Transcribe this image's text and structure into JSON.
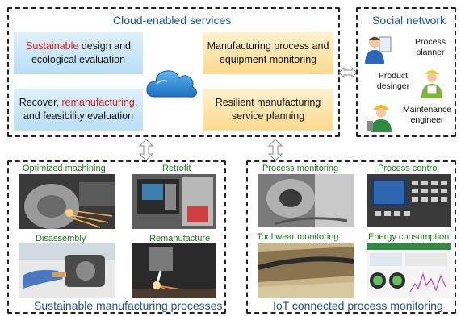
{
  "cloud": {
    "title": "Cloud-enabled services",
    "cards": {
      "sustainable_design": {
        "highlight": "Sustainable",
        "rest1": " design and",
        "line2": "ecological evaluation"
      },
      "recover": {
        "pre": "Recover, ",
        "highlight": "remanufacturing",
        "post": ",",
        "line2": "and feasibility evaluation"
      },
      "monitoring": {
        "line1": "Manufacturing process and",
        "line2": "equipment monitoring"
      },
      "planning": {
        "line1": "Resilient manufacturing",
        "line2": "service planning"
      }
    }
  },
  "social": {
    "title": "Social network",
    "roles": {
      "planner": {
        "line1": "Process",
        "line2": "planner"
      },
      "designer": {
        "line1": "Product",
        "line2": "desinger"
      },
      "engineer": {
        "line1": "Maintenance",
        "line2": "engineer"
      }
    }
  },
  "sustainable": {
    "title": "Sustainable manufacturing processes",
    "labels": {
      "machining": "Optimized machining",
      "retrofit": "Retrofit",
      "disassembly": "Disassembly",
      "remanufacture": "Remanufacture"
    }
  },
  "iot": {
    "title": "IoT connected process monitoring",
    "labels": {
      "process_monitoring": "Process monitoring",
      "process_control": "Process control",
      "tool_wear": "Tool wear monitoring",
      "energy": "Energy consumption"
    }
  },
  "colors": {
    "title_blue": "#1e4fa6",
    "highlight_red": "#d42020",
    "label_green": "#1e7a1e"
  },
  "icons": [
    "cloud-icon",
    "double-arrow-icon",
    "person-icon"
  ]
}
